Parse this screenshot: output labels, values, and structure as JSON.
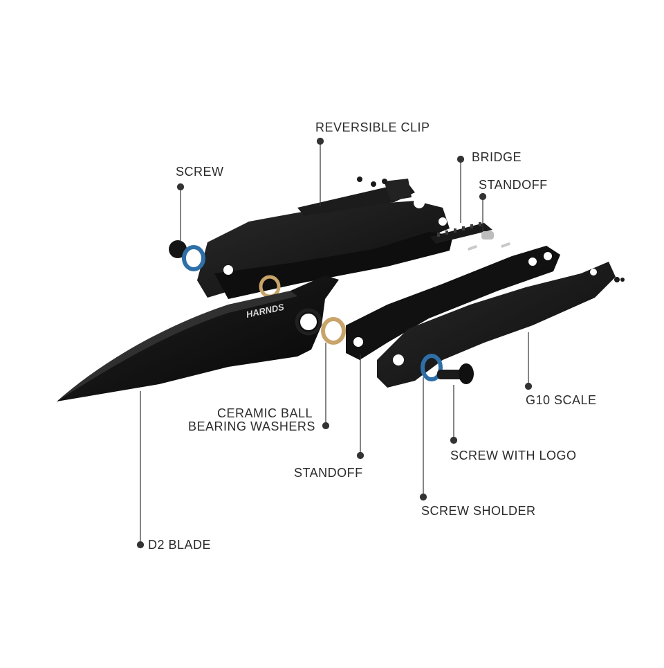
{
  "brand_logo": "HARNDS",
  "callouts": {
    "reversible_clip": "REVERSIBLE CLIP",
    "bridge": "BRIDGE",
    "screw": "SCREW",
    "standoff_top": "STANDOFF",
    "ceramic_line1": "CERAMIC  BALL",
    "ceramic_line2": "BEARING WASHERS",
    "g10_scale": "G10 SCALE",
    "screw_with_logo": "SCREW WITH LOGO",
    "standoff_bottom": "STANDOFF",
    "screw_sholder": "SCREW SHOLDER",
    "d2_blade": "D2 BLADE"
  },
  "colors": {
    "background": "#ffffff",
    "label_text": "#2b2b2b",
    "leader_line": "#333333",
    "part_black": "#141414",
    "washer_gold": "#c9a46a",
    "washer_blue": "#2e6fa8"
  }
}
